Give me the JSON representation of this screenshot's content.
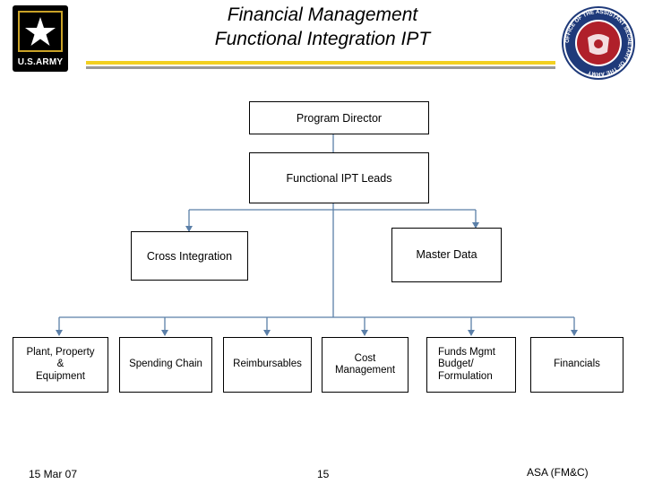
{
  "header": {
    "title_line1": "Financial Management",
    "title_line2": "Functional Integration IPT",
    "logo_text": "U.S.ARMY",
    "seal_text": "OFFICE OF THE ASSISTANT SECRETARY OF THE ARMY"
  },
  "org_chart": {
    "program_director": "Program Director",
    "ipt_leads": "Functional IPT Leads",
    "cross_integration": "Cross Integration",
    "master_data": "Master Data",
    "teams": {
      "plant_line1": "Plant, Property",
      "plant_line2": "&",
      "plant_line3": "Equipment",
      "spending_chain": "Spending Chain",
      "reimbursables": "Reimbursables",
      "cost_line1": "Cost",
      "cost_line2": "Management",
      "funds_line1": "Funds Mgmt",
      "funds_line2": "Budget/",
      "funds_line3": "Formulation",
      "financials": "Financials"
    }
  },
  "colors": {
    "connector": "#5b7fa8",
    "accent_gold": "#f2d021",
    "rule_grey": "#999999",
    "seal_red": "#b0202a",
    "seal_blue": "#1f3a7a"
  },
  "footer": {
    "date": "15 Mar 07",
    "page": "15",
    "org": "ASA (FM&C)"
  }
}
